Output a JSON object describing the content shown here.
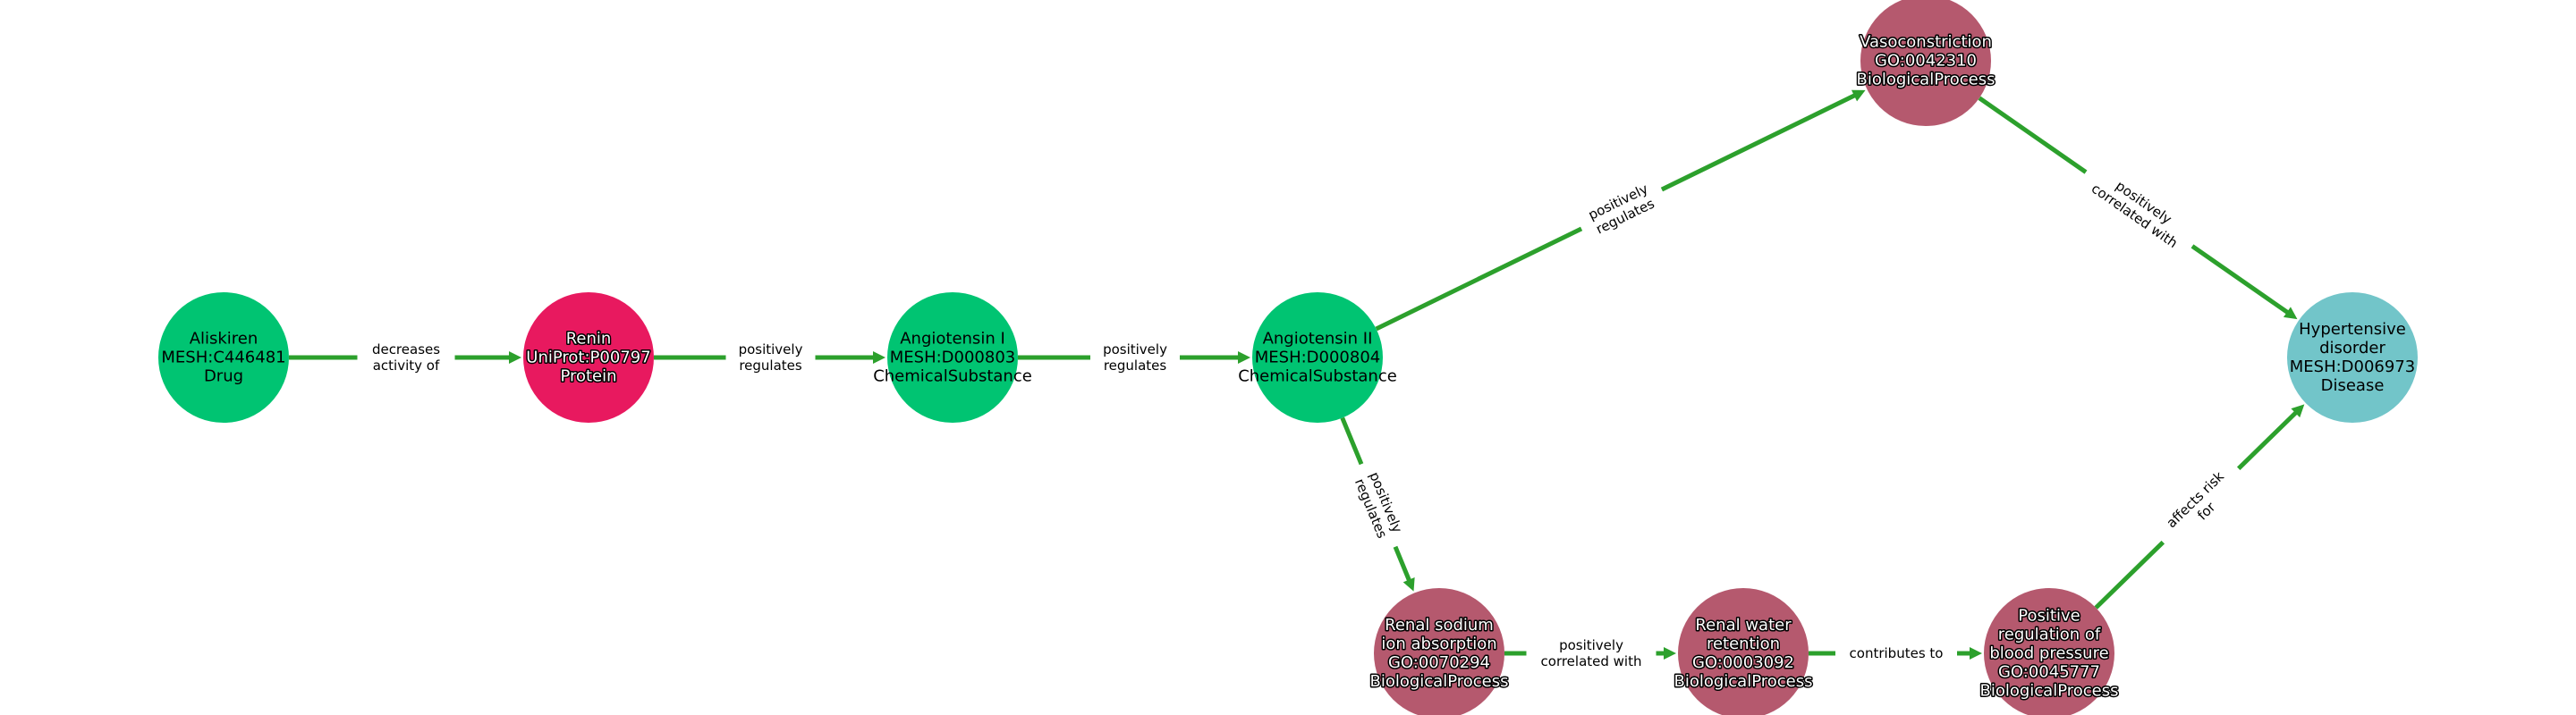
{
  "colors": {
    "edge": "#2ca02c",
    "Drug": "#00c472",
    "Protein": "#e8195f",
    "ChemicalSubstance": "#00c472",
    "BiologicalProcess": "#b5596e",
    "Disease": "#72c5c9"
  },
  "nodes": [
    {
      "id": "aliskiren",
      "lines": [
        "Aliskiren",
        "MESH:C446481",
        "Drug"
      ],
      "type": "Drug"
    },
    {
      "id": "renin",
      "lines": [
        "Renin",
        "UniProt:P00797",
        "Protein"
      ],
      "type": "Protein"
    },
    {
      "id": "ang1",
      "lines": [
        "Angiotensin I",
        "MESH:D000803",
        "ChemicalSubstance"
      ],
      "type": "ChemicalSubstance"
    },
    {
      "id": "ang2",
      "lines": [
        "Angiotensin II",
        "MESH:D000804",
        "ChemicalSubstance"
      ],
      "type": "ChemicalSubstance"
    },
    {
      "id": "vaso",
      "lines": [
        "Vasoconstriction",
        "GO:0042310",
        "BiologicalProcess"
      ],
      "type": "BiologicalProcess"
    },
    {
      "id": "hyp",
      "lines": [
        "Hypertensive",
        "disorder",
        "MESH:D006973",
        "Disease"
      ],
      "type": "Disease"
    },
    {
      "id": "sodium",
      "lines": [
        "Renal sodium",
        "ion absorption",
        "GO:0070294",
        "BiologicalProcess"
      ],
      "type": "BiologicalProcess"
    },
    {
      "id": "water",
      "lines": [
        "Renal water",
        "retention",
        "GO:0003092",
        "BiologicalProcess"
      ],
      "type": "BiologicalProcess"
    },
    {
      "id": "bp",
      "lines": [
        "Positive",
        "regulation of",
        "blood pressure",
        "GO:0045777",
        "BiologicalProcess"
      ],
      "type": "BiologicalProcess"
    }
  ],
  "edges": [
    {
      "source": "aliskiren",
      "target": "renin",
      "lines": [
        "decreases",
        "activity of"
      ]
    },
    {
      "source": "renin",
      "target": "ang1",
      "lines": [
        "positively",
        "regulates"
      ]
    },
    {
      "source": "ang1",
      "target": "ang2",
      "lines": [
        "positively",
        "regulates"
      ]
    },
    {
      "source": "ang2",
      "target": "vaso",
      "lines": [
        "positively",
        "regulates"
      ]
    },
    {
      "source": "vaso",
      "target": "hyp",
      "lines": [
        "positively",
        "correlated with"
      ]
    },
    {
      "source": "ang2",
      "target": "sodium",
      "lines": [
        "positively",
        "regulates"
      ]
    },
    {
      "source": "sodium",
      "target": "water",
      "lines": [
        "positively",
        "correlated with"
      ]
    },
    {
      "source": "water",
      "target": "bp",
      "lines": [
        "contributes to"
      ]
    },
    {
      "source": "bp",
      "target": "hyp",
      "lines": [
        "affects risk",
        "for"
      ]
    }
  ]
}
